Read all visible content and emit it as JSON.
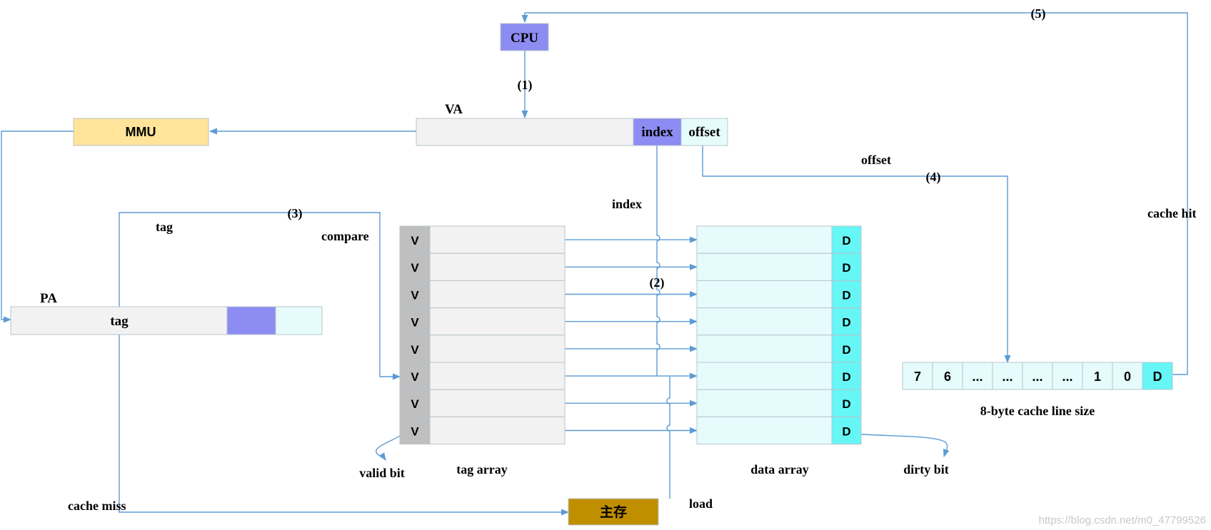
{
  "colors": {
    "line": "#5b9bd5",
    "cpu": "#8c8cf2",
    "mmu": "#ffe49a",
    "va_field": "#f2f2f2",
    "index_field": "#8c8cf2",
    "offset_field": "#e6fbfc",
    "valid_cell": "#bfbfbf",
    "tag_cell": "#f2f2f2",
    "data_cell": "#e6fbfc",
    "dirty_cell": "#66f6f6",
    "memory": "#c08f00"
  },
  "nodes": {
    "cpu": "CPU",
    "mmu": "MMU",
    "memory": "主存"
  },
  "va": {
    "label": "VA",
    "index": "index",
    "offset": "offset"
  },
  "pa": {
    "label": "PA",
    "tag": "tag"
  },
  "tag_array": {
    "label": "tag array",
    "valid_bits": [
      "V",
      "V",
      "V",
      "V",
      "V",
      "V",
      "V",
      "V"
    ]
  },
  "data_array": {
    "label": "data array",
    "dirty_bits": [
      "D",
      "D",
      "D",
      "D",
      "D",
      "D",
      "D",
      "D"
    ]
  },
  "cache_line": {
    "cells": [
      "7",
      "6",
      "...",
      "...",
      "...",
      "...",
      "1",
      "0",
      "D"
    ],
    "label": "8-byte cache line size"
  },
  "steps": {
    "s1": "(1)",
    "s2": "(2)",
    "s3": "(3)",
    "s4": "(4)",
    "s5": "(5)"
  },
  "labels": {
    "tag": "tag",
    "compare": "compare",
    "index": "index",
    "offset": "offset",
    "cache_hit": "cache hit",
    "cache_miss": "cache miss",
    "load": "load",
    "valid_bit": "valid bit",
    "dirty_bit": "dirty bit"
  },
  "watermark": "https://blog.csdn.net/m0_47799526"
}
